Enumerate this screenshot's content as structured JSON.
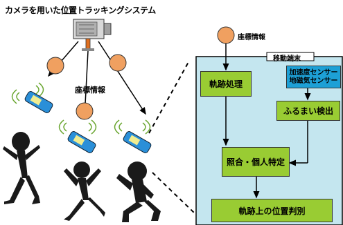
{
  "title": "カメラを用いた位置トラッキングシステム",
  "left": {
    "coord_label": "座標情報"
  },
  "right": {
    "coord_label": "座標情報",
    "terminal_label": "移動端末",
    "boxes": {
      "trajectory": "軌跡処理",
      "sensors_line1": "加速度センサー",
      "sensors_line2": "地磁気センサー",
      "behavior": "ふるまい検出",
      "matching": "照合・個人特定",
      "judgement": "軌跡上の位置判別"
    }
  },
  "colors": {
    "orange": "#f0a060",
    "green": "#99cc33",
    "blue": "#1da0d6",
    "panel": "#c4e6ef",
    "phone": "#2a8fd8"
  }
}
